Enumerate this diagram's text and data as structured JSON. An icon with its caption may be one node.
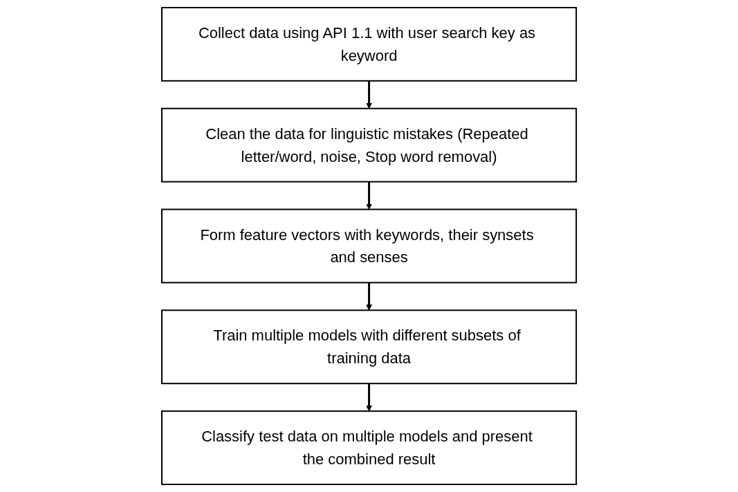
{
  "diagram": {
    "nodes": [
      {
        "text": [
          "Collect data using API 1.1 with user search key as keyword"
        ]
      },
      {
        "text": [
          "Clean the data for linguistic mistakes (Repeated letter/word, noise, Stop word removal)"
        ]
      },
      {
        "text": [
          "Form feature vectors with keywords, their synsets and senses"
        ]
      },
      {
        "text": [
          "Train multiple models with different subsets of training data"
        ]
      },
      {
        "text": [
          "Classify test data on multiple models and present the combined result"
        ]
      }
    ],
    "edges": [
      {
        "from": 0,
        "to": 1,
        "arrow": "to"
      },
      {
        "from": 1,
        "to": 2,
        "arrow": "to"
      },
      {
        "from": 2,
        "to": 3,
        "arrow": "to"
      },
      {
        "from": 3,
        "to": 4,
        "arrow": "to"
      }
    ]
  }
}
